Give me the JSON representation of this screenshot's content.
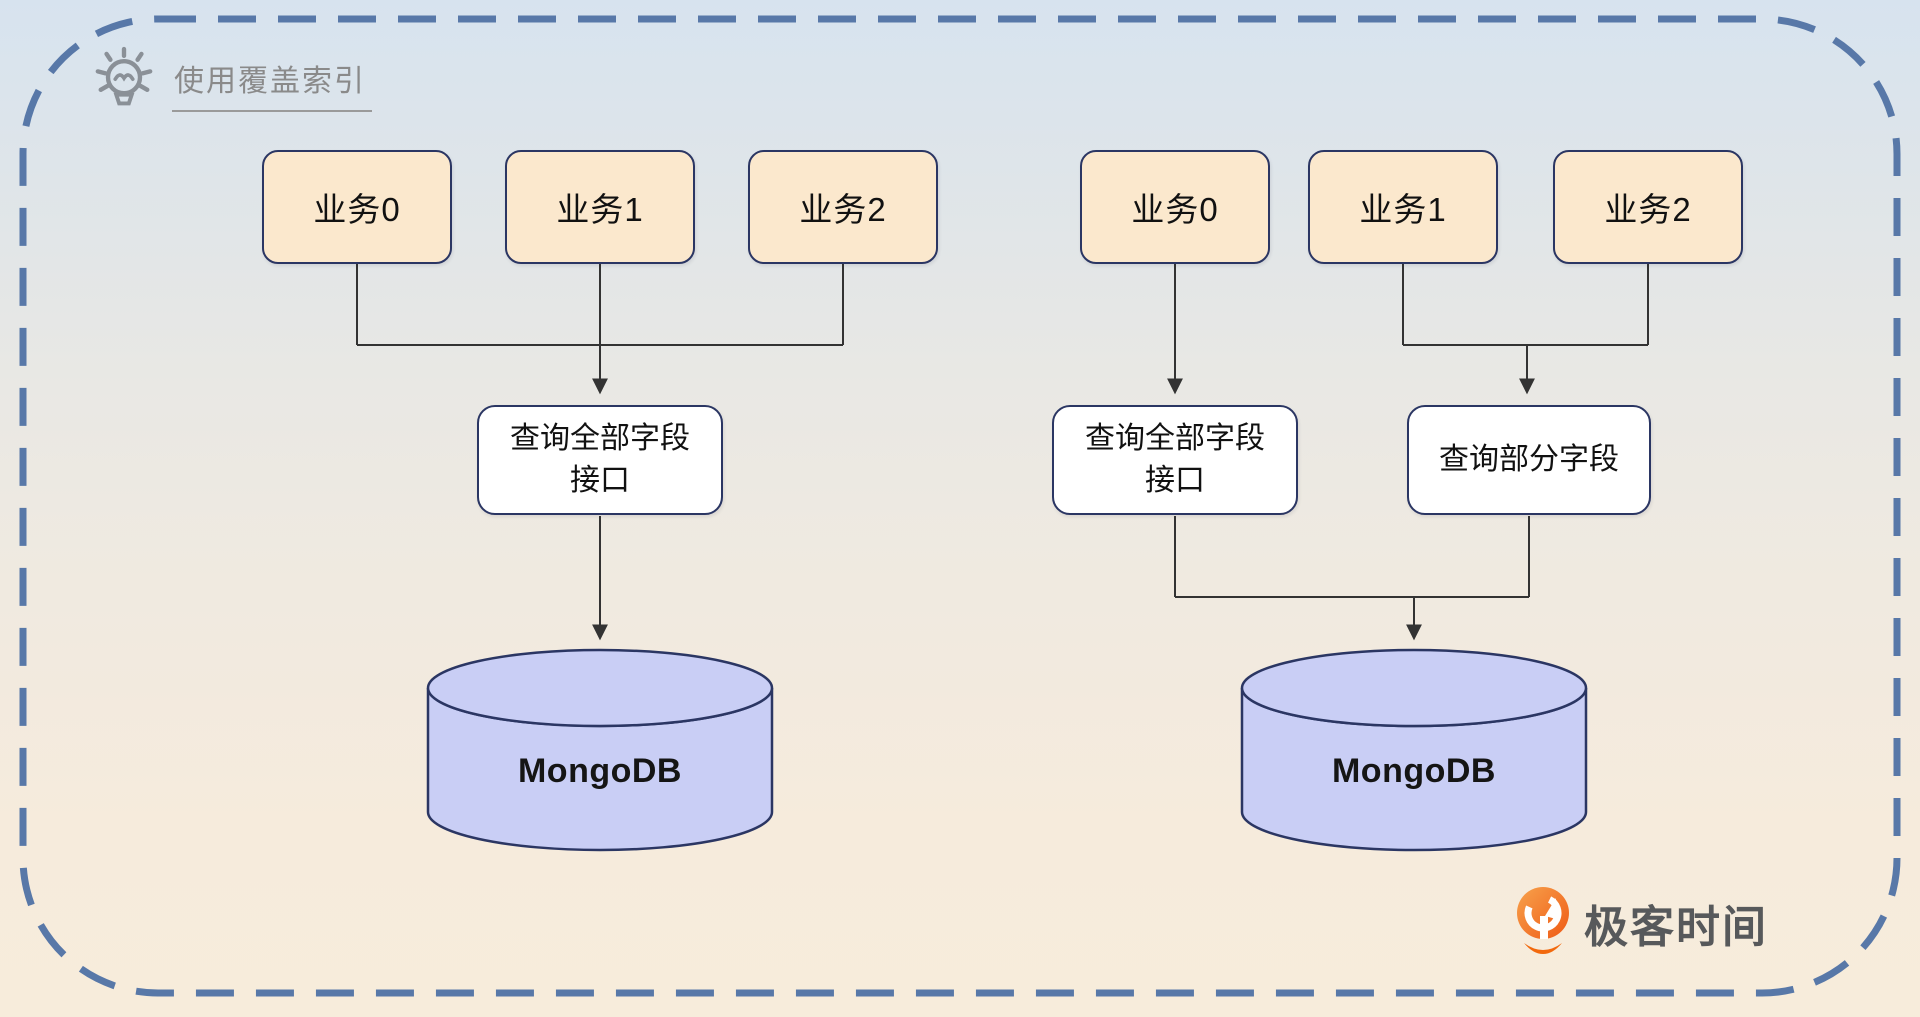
{
  "title": {
    "text": "使用覆盖索引",
    "icon": "lightbulb-icon"
  },
  "diagram": {
    "left": {
      "services": [
        "业务0",
        "业务1",
        "业务2"
      ],
      "query_interface": {
        "line1": "查询全部字段",
        "line2": "接口"
      },
      "database": "MongoDB"
    },
    "right": {
      "services": [
        "业务0",
        "业务1",
        "业务2"
      ],
      "query_all_interface": {
        "line1": "查询全部字段",
        "line2": "接口"
      },
      "query_partial_interface": "查询部分字段",
      "database": "MongoDB"
    }
  },
  "branding": {
    "name": "极客时间",
    "icon": "geektime-logo-icon"
  },
  "colors": {
    "frame_dash": "#5878A8",
    "service_box_fill": "#FBE8CD",
    "node_border": "#2B3663",
    "query_box_fill": "#FFFFFF",
    "database_fill": "#C9CEF5",
    "connector": "#333333",
    "title_text": "#8A8A8A",
    "logo_orange": "#F2690D",
    "bg_top": "#D7E3EF",
    "bg_bottom": "#F7ECDB"
  }
}
